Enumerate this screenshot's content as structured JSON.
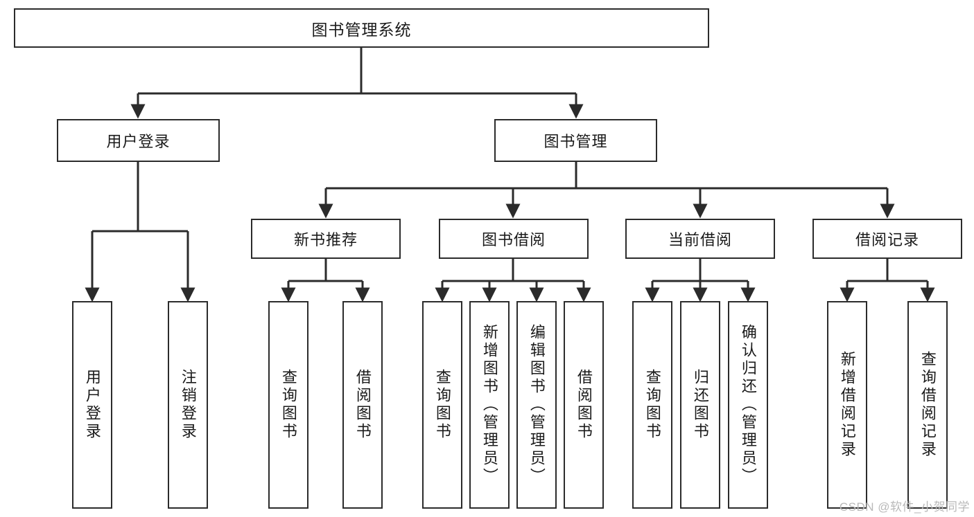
{
  "diagram": {
    "type": "tree",
    "title": "图书管理系统",
    "watermark": "CSDN @软件_小贺同学",
    "colors": {
      "box_border": "#2b2b2b",
      "box_fill": "#ffffff",
      "connector": "#2b2b2b",
      "text": "#1a1a1a",
      "watermark": "#b9b9b9",
      "background": "#ffffff"
    },
    "root": {
      "label": "图书管理系统"
    },
    "level2": [
      {
        "label": "用户登录"
      },
      {
        "label": "图书管理"
      }
    ],
    "level3": [
      {
        "label": "新书推荐"
      },
      {
        "label": "图书借阅"
      },
      {
        "label": "当前借阅"
      },
      {
        "label": "借阅记录"
      }
    ],
    "leaves": {
      "user_login": [
        {
          "label": "用户登录"
        },
        {
          "label": "注销登录"
        }
      ],
      "new_book": [
        {
          "label": "查询图书"
        },
        {
          "label": "借阅图书"
        }
      ],
      "book_borrow": [
        {
          "label": "查询图书"
        },
        {
          "label": "新增图书（管理员）"
        },
        {
          "label": "编辑图书（管理员）"
        },
        {
          "label": "借阅图书"
        }
      ],
      "current_borrow": [
        {
          "label": "查询图书"
        },
        {
          "label": "归还图书"
        },
        {
          "label": "确认归还（管理员）"
        }
      ],
      "borrow_record": [
        {
          "label": "新增借阅记录"
        },
        {
          "label": "查询借阅记录"
        }
      ]
    }
  }
}
